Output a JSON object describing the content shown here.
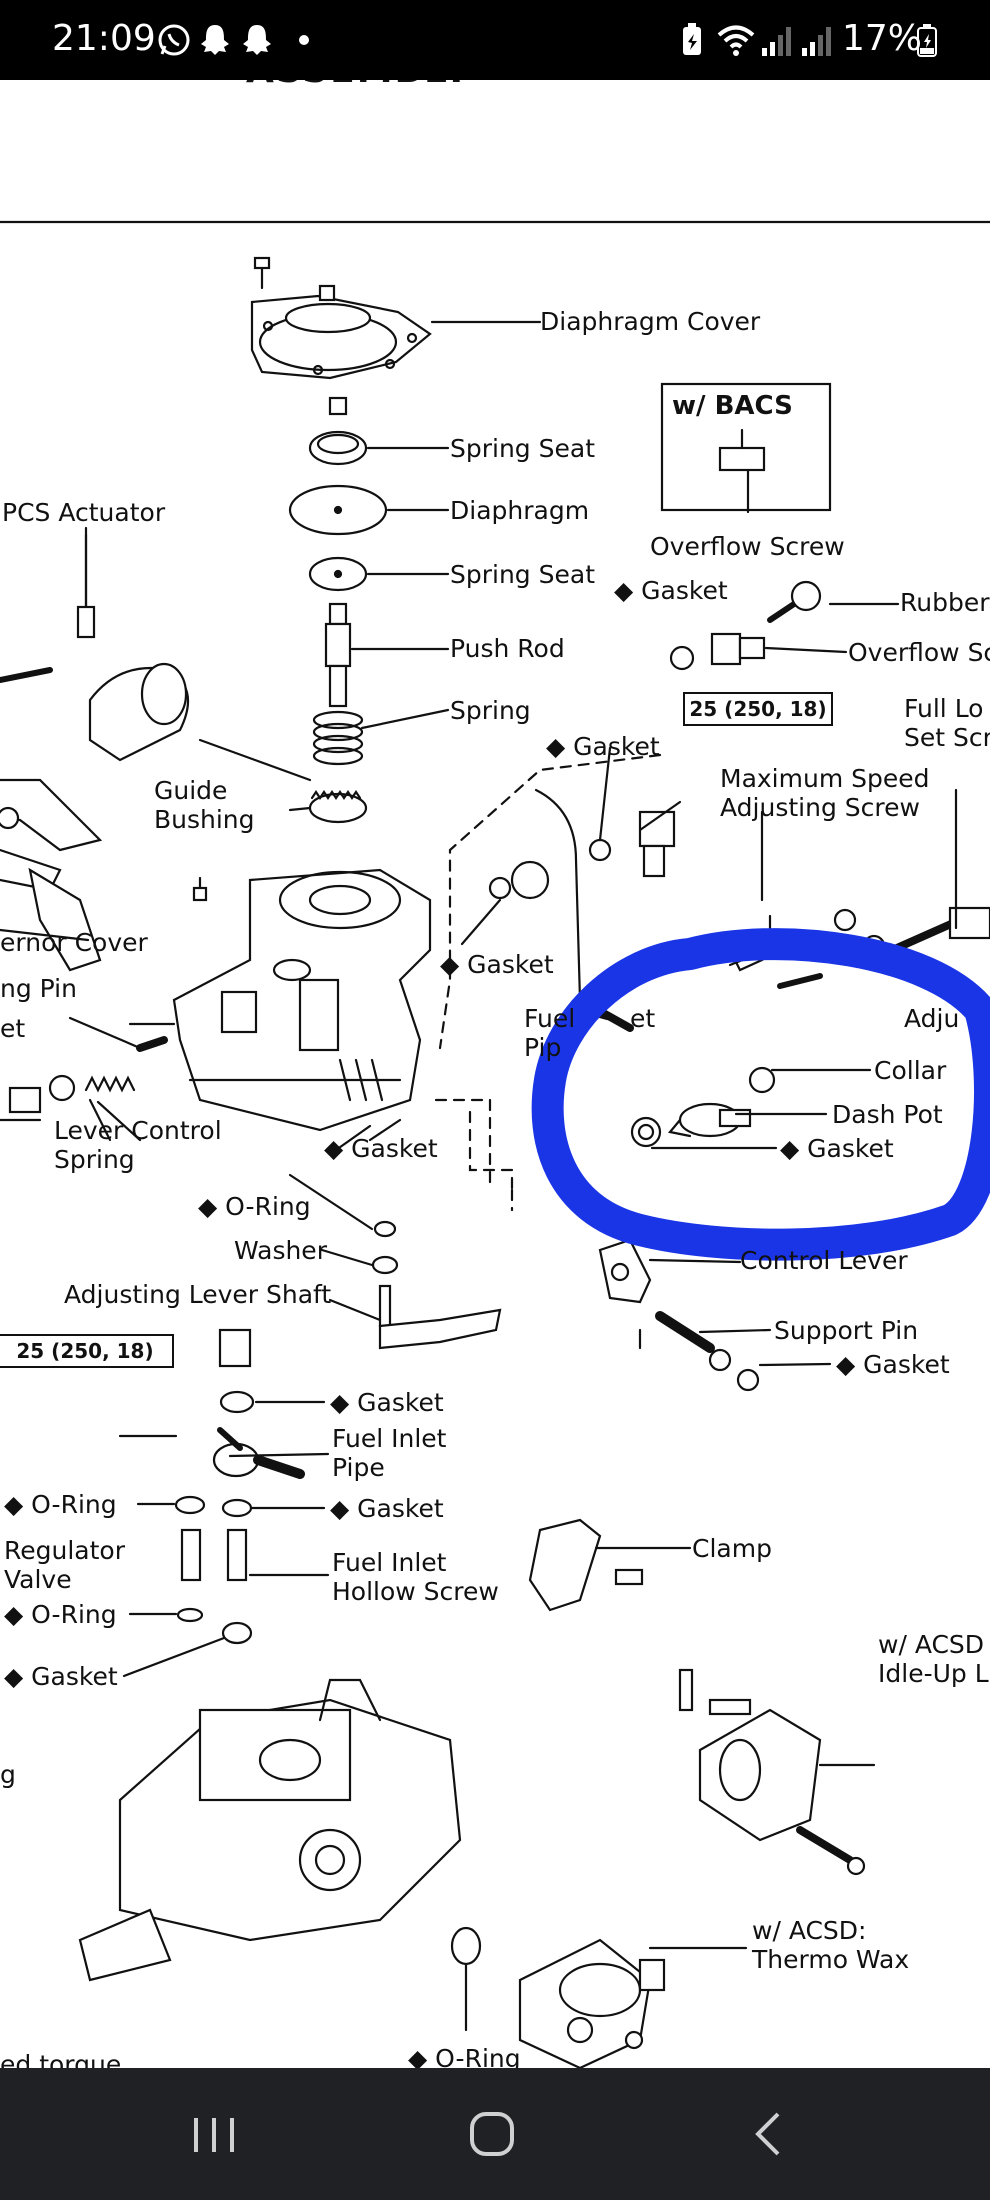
{
  "status_bar": {
    "time": "21:09",
    "battery": "17%"
  },
  "page": {
    "heading": "ASSEMBLY",
    "bacs_box_title": "w/ BACS",
    "torque_boxes": [
      "25 (250, 18)",
      "25 (250, 18)"
    ],
    "labels": {
      "diaphragm_cover": "Diaphragm Cover",
      "spring_seat_1": "Spring Seat",
      "diaphragm": "Diaphragm",
      "spring_seat_2": "Spring Seat",
      "push_rod": "Push Rod",
      "spring": "Spring",
      "guide_bushing": "Guide\nBushing",
      "pcs_actuator": "PCS Actuator",
      "overflow_screw_bacs": "Overflow Screw",
      "gasket_top": "◆ Gasket",
      "rubber": "Rubber",
      "overflow_screw": "Overflow Sc",
      "full_load_set_screw": "Full Lo\nSet Scr",
      "gasket_mid": "◆ Gasket",
      "max_speed_screw": "Maximum Speed\nAdjusting Screw",
      "governor_cover": "ernor Cover",
      "pin": "ng Pin",
      "et": "et",
      "lever_control_spring": "Lever Control\nSpring",
      "gasket_center": "◆ Gasket",
      "fuel_pipe": "Fuel\nPip",
      "fuel_pipe_et": "et",
      "adjust": "Adju",
      "collar": "Collar",
      "dash_pot": "Dash Pot",
      "gasket_dashpot": "◆ Gasket",
      "gasket_housing": "◆ Gasket",
      "oring_1": "◆ O-Ring",
      "washer": "Washer",
      "adjusting_lever_shaft": "Adjusting Lever Shaft",
      "control_lever": "Control Lever",
      "support_pin": "Support Pin",
      "gasket_support": "◆ Gasket",
      "gasket_2": "◆ Gasket",
      "fuel_inlet_pipe": "Fuel Inlet\nPipe",
      "clamp": "Clamp",
      "oring_2": "◆ O-Ring",
      "gasket_3": "◆ Gasket",
      "regulator_valve": "Regulator\nValve",
      "fuel_inlet_hollow_screw": "Fuel Inlet\nHollow Screw",
      "oring_3": "◆ O-Ring",
      "gasket_4": "◆ Gasket",
      "acsd_idle_up": "w/ ACSD\nIdle-Up L",
      "g": "g",
      "acsd_thermo_wax": "w/ ACSD:\nThermo Wax",
      "oring_bottom": "◆ O-Ring",
      "ed_torque": "ed torque"
    }
  },
  "colors": {
    "highlight": "#1a35e6",
    "nav_bg": "#202124",
    "status_bg": "#000000"
  },
  "icons": [
    "whatsapp-icon",
    "snapchat-icon",
    "snapchat-icon",
    "dot-icon",
    "battery-saver-icon",
    "wifi-icon",
    "signal-icon",
    "signal-icon",
    "battery-charging-icon",
    "recents-icon",
    "home-icon",
    "back-icon"
  ]
}
